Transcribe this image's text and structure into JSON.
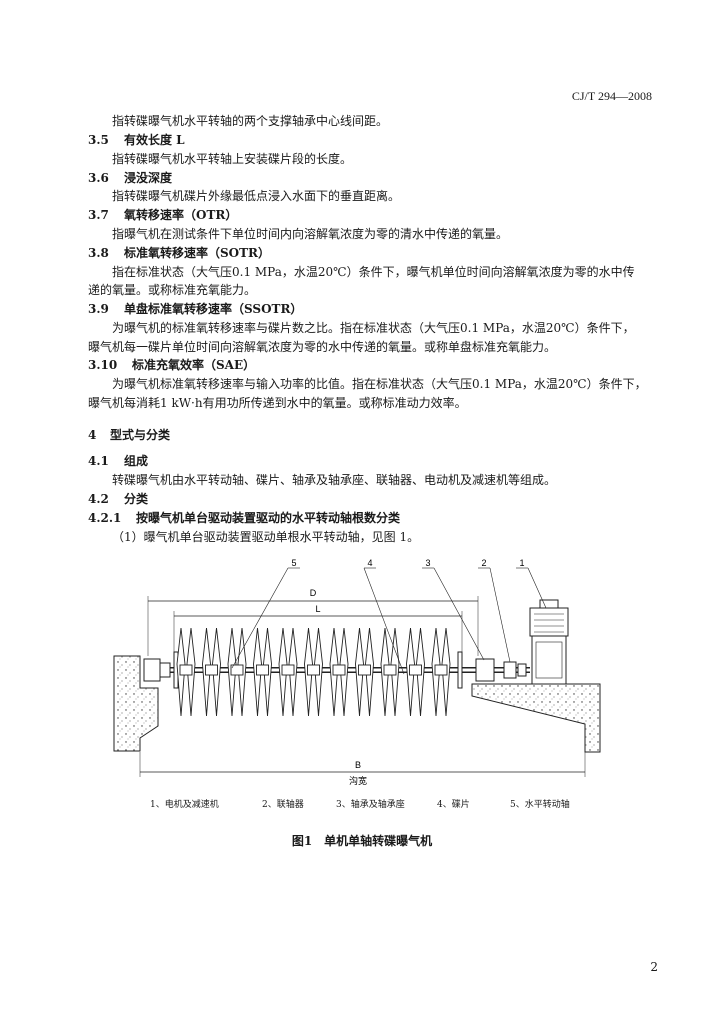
{
  "header": {
    "std_no": "CJ/T 294—2008"
  },
  "lines": {
    "l0": "指转碟曝气机水平转轴的两个支撑轴承中心线间距。",
    "h35_num": "3.5",
    "h35": "有效长度 L",
    "l35": "指转碟曝气机水平转轴上安装碟片段的长度。",
    "h36_num": "3.6",
    "h36": "浸没深度",
    "l36": "指转碟曝气机碟片外缘最低点浸入水面下的垂直距离。",
    "h37_num": "3.7",
    "h37": "氧转移速率（OTR）",
    "l37": "指曝气机在测试条件下单位时间内向溶解氧浓度为零的清水中传递的氧量。",
    "h38_num": "3.8",
    "h38": "标准氧转移速率（SOTR）",
    "l38a": "指在标准状态（大气压0.1 MPa，水温20℃）条件下，曝气机单位时间向溶解氧浓度为零的水中传",
    "l38b": "递的氧量。或称标准充氧能力。",
    "h39_num": "3.9",
    "h39": "单盘标准氧转移速率（SSOTR）",
    "l39a": "为曝气机的标准氧转移速率与碟片数之比。指在标准状态（大气压0.1 MPa，水温20℃）条件下，",
    "l39b": "曝气机每一碟片单位时间向溶解氧浓度为零的水中传递的氧量。或称单盘标准充氧能力。",
    "h310_num": "3.10",
    "h310": "标准充氧效率（SAE）",
    "l310a": "为曝气机标准氧转移速率与输入功率的比值。指在标准状态（大气压0.1 MPa，水温20℃）条件下，",
    "l310b": "曝气机每消耗1 kW·h有用功所传递到水中的氧量。或称标准动力效率。",
    "h4_num": "4",
    "h4": "型式与分类",
    "h41_num": "4.1",
    "h41": "组成",
    "l41": "转碟曝气机由水平转动轴、碟片、轴承及轴承座、联轴器、电动机及减速机等组成。",
    "h42_num": "4.2",
    "h42": "分类",
    "h421_num": "4.2.1",
    "h421": "按曝气机单台驱动装置驱动的水平转动轴根数分类",
    "l421": "（1）曝气机单台驱动装置驱动单根水平转动轴，见图 1。"
  },
  "figure": {
    "callouts": [
      "5",
      "4",
      "3",
      "2",
      "1"
    ],
    "dim_D": "D",
    "dim_L": "L",
    "dim_B": "B",
    "dim_B_text": "沟宽",
    "legend": [
      "1、电机及减速机",
      "2、联轴器",
      "3、轴承及轴承座",
      "4、碟片",
      "5、水平转动轴"
    ],
    "caption": "图1　单机单轴转碟曝气机"
  },
  "page_number": "2"
}
